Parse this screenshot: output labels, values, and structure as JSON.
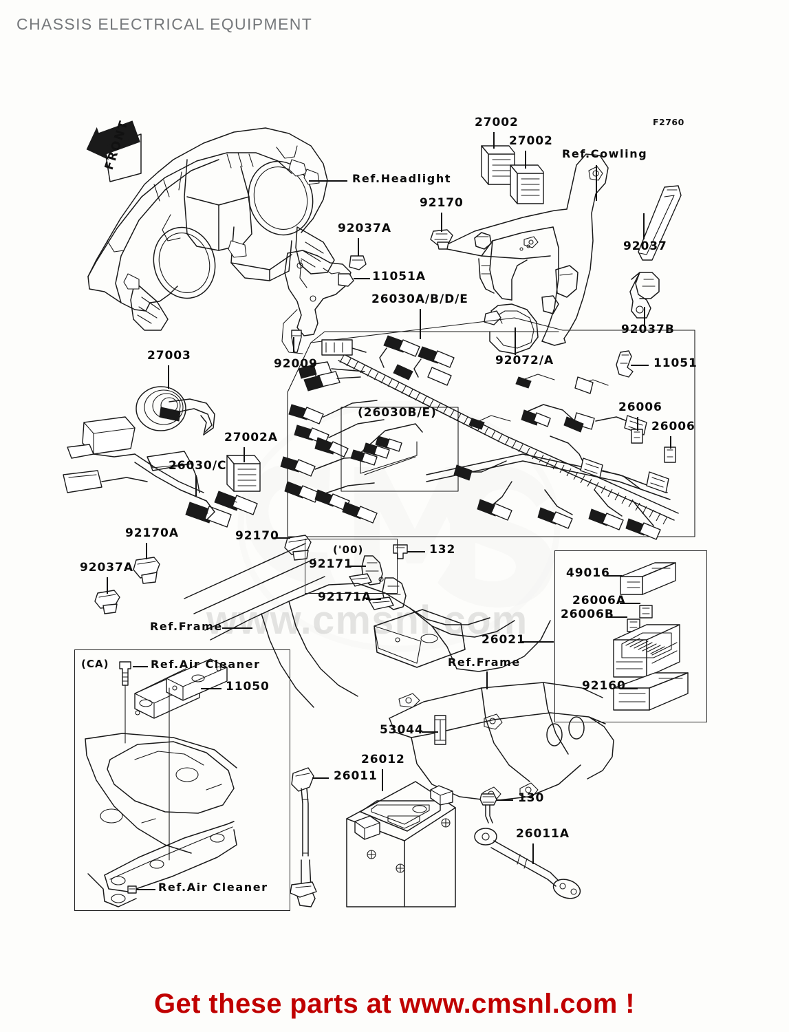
{
  "document": {
    "title": "CHASSIS ELECTRICAL EQUIPMENT",
    "diagram_code": "F2760",
    "footer": "Get these parts at www.cmsnl.com !",
    "watermark_text": "www.cmsnl.com",
    "front_arrow_label": "FRONT"
  },
  "labels": {
    "ref_headlight": "Ref.Headlight",
    "ref_cowling": "Ref.Cowling",
    "ref_frame_1": "Ref.Frame",
    "ref_frame_2": "Ref.Frame",
    "ref_air_cleaner_1": "Ref.Air Cleaner",
    "ref_air_cleaner_2": "Ref.Air Cleaner",
    "market_ca": "(CA)",
    "year_00": "('00)",
    "harness_inset": "(26030B/E)",
    "p_27002_a": "27002",
    "p_27002_b": "27002",
    "p_92170_top": "92170",
    "p_92037": "92037",
    "p_92037A_top": "92037A",
    "p_11051A": "11051A",
    "p_92037B": "92037B",
    "p_11051": "11051",
    "p_26030ABDE": "26030A/B/D/E",
    "p_92009": "92009",
    "p_92072A": "92072/A",
    "p_27003": "27003",
    "p_27002A": "27002A",
    "p_26030C": "26030/C",
    "p_26006_a": "26006",
    "p_26006_b": "26006",
    "p_92170A": "92170A",
    "p_92037A_low": "92037A",
    "p_92170_low": "92170",
    "p_92171": "92171",
    "p_132": "132",
    "p_92171A": "92171A",
    "p_49016": "49016",
    "p_26006A": "26006A",
    "p_26006B": "26006B",
    "p_92160": "92160",
    "p_26021": "26021",
    "p_11050": "11050",
    "p_53044": "53044",
    "p_26012": "26012",
    "p_26011": "26011",
    "p_130": "130",
    "p_26011A": "26011A"
  },
  "colors": {
    "background": "#fdfdfb",
    "line": "#1a1a1a",
    "title": "#75787b",
    "footer": "#c00000",
    "watermark": "#8a8a8a"
  }
}
